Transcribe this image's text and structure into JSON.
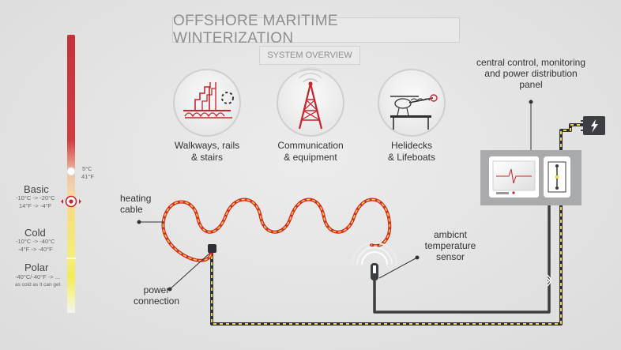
{
  "header": {
    "title": "OFFSHORE MARITIME WINTERIZATION",
    "subtitle": "SYSTEM OVERVIEW"
  },
  "applications": [
    {
      "icon": "walkway-stairs-icon",
      "line1": "Walkways, rails",
      "line2": "& stairs"
    },
    {
      "icon": "radio-tower-icon",
      "line1": "Communication",
      "line2": "& equipment"
    },
    {
      "icon": "helideck-icon",
      "line1": "Helidecks",
      "line2": "& Lifeboats"
    }
  ],
  "thermometer": {
    "marker_c": "5°C",
    "marker_f": "41°F"
  },
  "levels": [
    {
      "name": "Basic",
      "range_c": "-10°C -> -20°C",
      "range_f": "14°F -> -4°F"
    },
    {
      "name": "Cold",
      "range_c": "-10°C -> -40°C",
      "range_f": "-4°F -> -40°F"
    },
    {
      "name": "Polar",
      "range_c": "-40°C/-40°F -> ...",
      "range_f": "as cold as it can get"
    }
  ],
  "labels": {
    "heating_cable": "heating cable",
    "power_connection": "power connection",
    "ambient_sensor": "ambicnt temperature sensor",
    "control_panel": "central control, monitoring and power distribution panel"
  },
  "colors": {
    "accent": "#d42a2a",
    "cable_dash": "#e8d83a",
    "dark": "#3b3e43"
  }
}
